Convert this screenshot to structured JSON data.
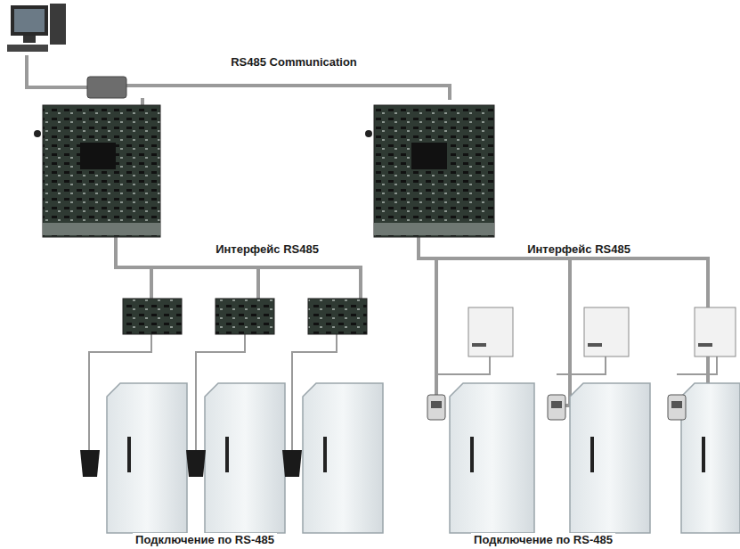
{
  "diagram": {
    "labels": [
      "RS485 Communication",
      "Интерфейс RS485",
      "Интерфейс RS485",
      "Подключение по RS-485",
      "Подключение по RS-485"
    ]
  }
}
